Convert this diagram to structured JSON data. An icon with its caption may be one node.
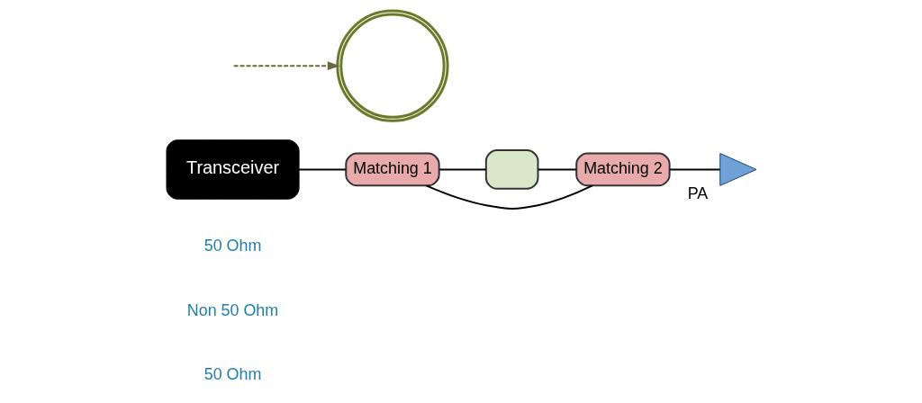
{
  "diagram": {
    "nodes": [
      {
        "text": [
          "Transceiver"
        ]
      },
      {
        "text": [
          "Matching 1"
        ]
      },
      {
        "text": [],
        "shape": "box"
      },
      {
        "text": [
          "Matching 2"
        ]
      },
      {
        "text": [
          "PA"
        ]
      },
      {
        "text": [],
        "shape": "picture"
      }
    ],
    "edges": [
      {
        "from": 0,
        "to": 1,
        "arrow": "none"
      },
      {
        "from": 1,
        "to": 2,
        "arrow": "none"
      },
      {
        "from": 2,
        "to": 3,
        "arrow": "none"
      },
      {
        "from": 3,
        "to": 4,
        "arrow": "none"
      },
      {
        "from": 1,
        "to": 3,
        "arrow": "none"
      },
      {
        "from": null,
        "to": 5,
        "arrow": "to",
        "style": "dashed",
        "color": "#6b6b3a"
      }
    ],
    "labels": [
      "50 Ohm",
      "Non 50 Ohm",
      "50 Ohm"
    ]
  }
}
